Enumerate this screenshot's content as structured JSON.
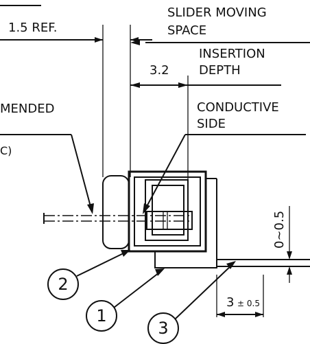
{
  "drawing": {
    "dimensions": {
      "ref": "1.5 REF.",
      "insertion_value": "3.2",
      "offset": "0~0.5",
      "lead_value": "3",
      "lead_tol": "± 0.5"
    },
    "labels": {
      "slider_line1": "SLIDER MOVING",
      "slider_line2": "SPACE",
      "insertion_line1": "INSERTION",
      "insertion_line2": "DEPTH",
      "recommended": "MENDED",
      "conductive_line1": "CONDUCTIVE",
      "conductive_line2": "SIDE",
      "partial_c": "C)"
    },
    "callouts": [
      "2",
      "1",
      "3"
    ]
  }
}
